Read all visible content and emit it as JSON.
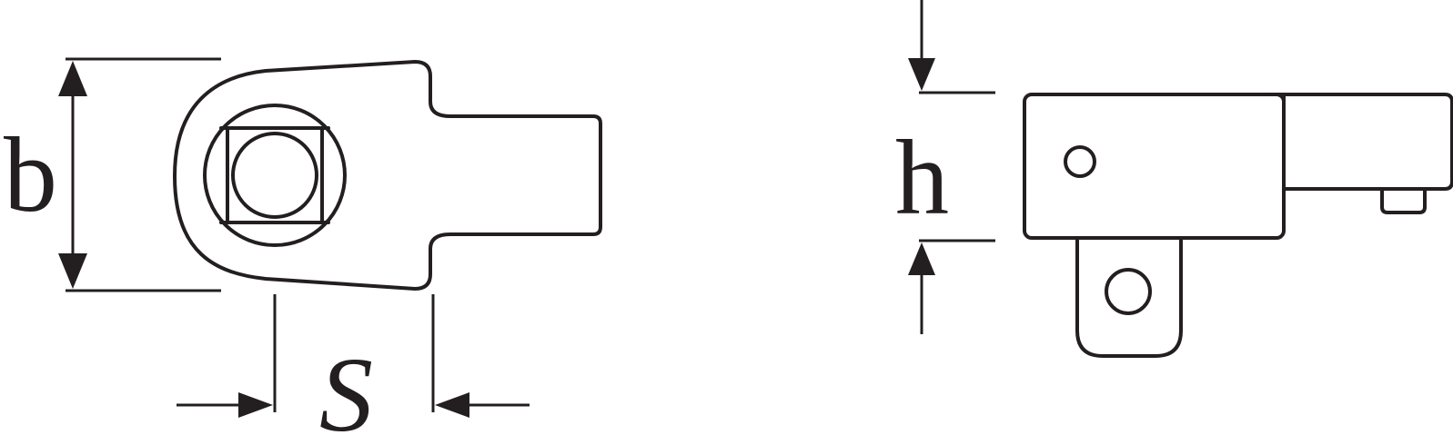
{
  "labels": {
    "width": "b",
    "square_drive": "S",
    "height": "h"
  },
  "colors": {
    "line": "#231f20",
    "background": "#ffffff"
  }
}
